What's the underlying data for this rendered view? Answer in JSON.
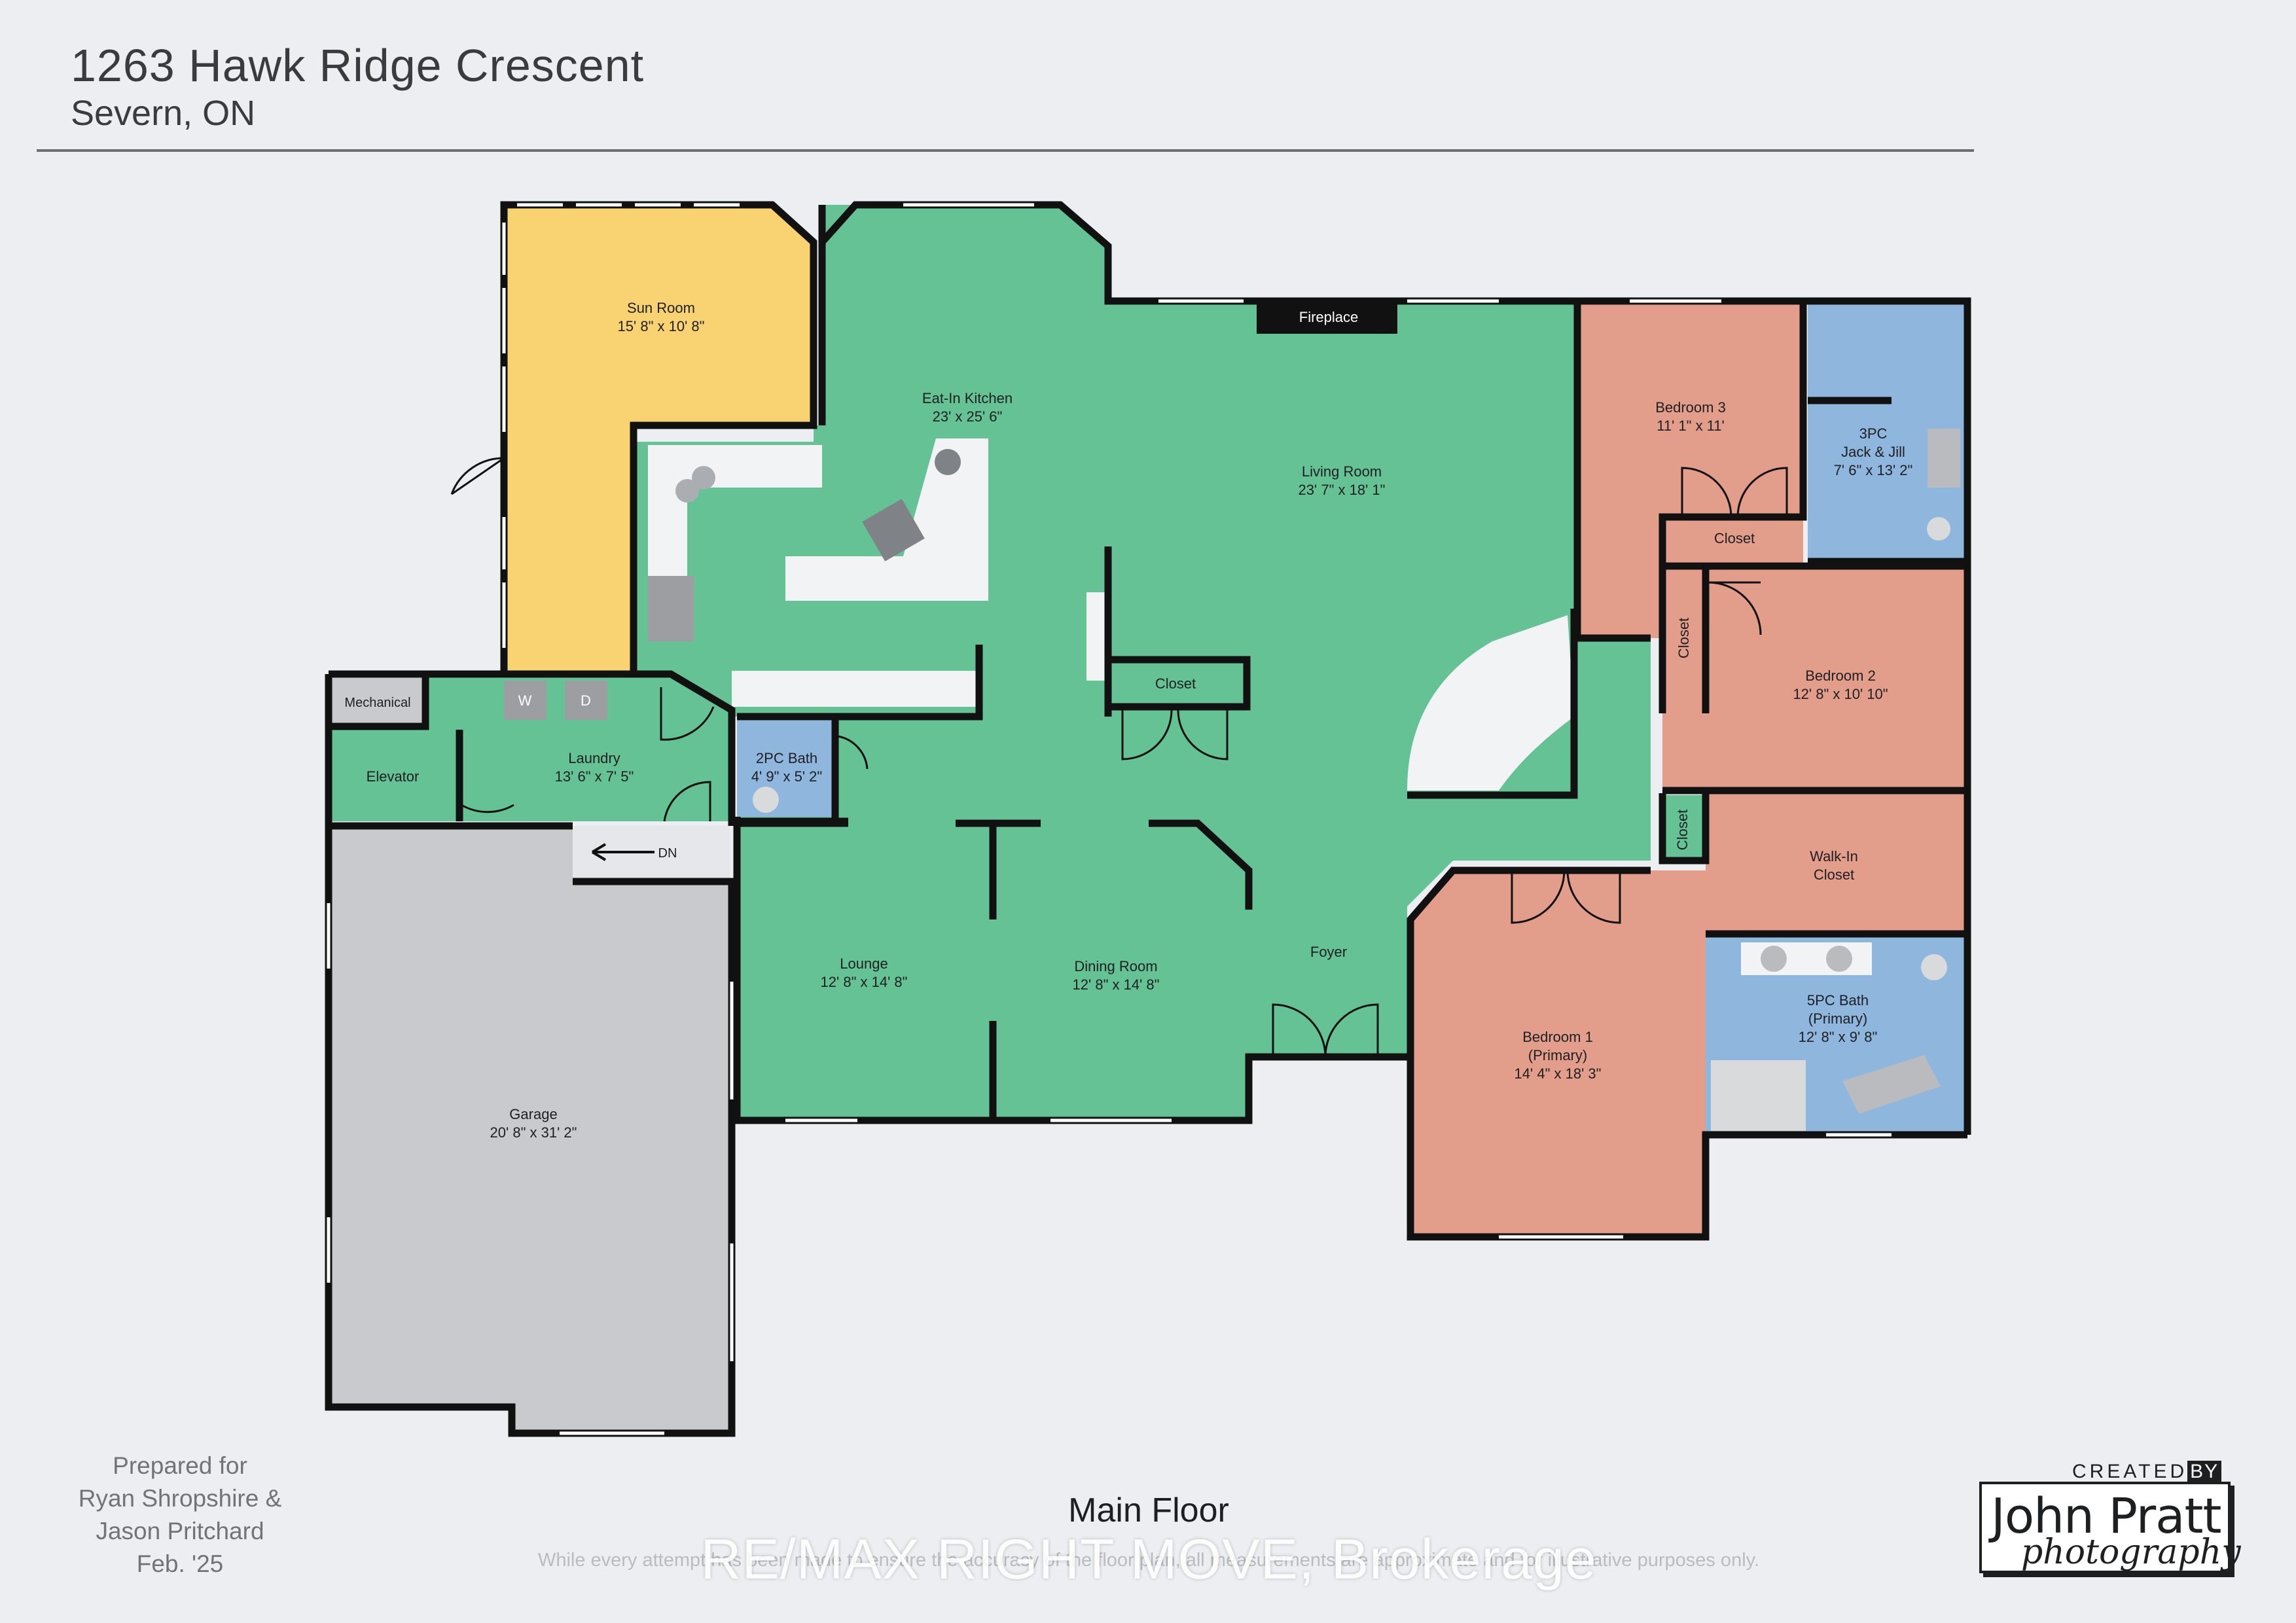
{
  "header": {
    "address": "1263 Hawk Ridge Crescent",
    "city": "Severn, ON"
  },
  "floor_title": "Main Floor",
  "disclaimer": "While every attempt has been made to ensure the accuracy of the floor plan, all measurements are approximate and for illustrative purposes only.",
  "watermark": "RE/MAX RIGHT MOVE, Brokerage",
  "prepared_for": {
    "line1": "Prepared for",
    "line2": "Ryan Shropshire &",
    "line3": "Jason Pritchard",
    "line4": "Feb. '25"
  },
  "credit": {
    "created": "CREATED",
    "by": "BY",
    "name": "John Pratt",
    "sub": "photography"
  },
  "colors": {
    "background": "#eceef2",
    "living": "#65c295",
    "sun": "#f9d272",
    "bedroom": "#e39d8b",
    "bath": "#8fb6dc",
    "garage": "#c9cacd",
    "wall": "#111111",
    "counter": "#f2f3f5"
  },
  "rooms": {
    "sun_room": {
      "name": "Sun Room",
      "dims": "15' 8\" x 10' 8\""
    },
    "kitchen": {
      "name": "Eat-In Kitchen",
      "dims": "23' x 25' 6\""
    },
    "fireplace": {
      "name": "Fireplace"
    },
    "living": {
      "name": "Living Room",
      "dims": "23' 7\" x 18' 1\""
    },
    "bedroom3": {
      "name": "Bedroom 3",
      "dims": "11' 1\" x 11'"
    },
    "bath3pc": {
      "name": "3PC",
      "name2": "Jack & Jill",
      "dims": "7' 6\" x 13' 2\""
    },
    "closet_b3": {
      "name": "Closet"
    },
    "closet_b2": {
      "name": "Closet"
    },
    "bedroom2": {
      "name": "Bedroom 2",
      "dims": "12' 8\" x 10' 10\""
    },
    "mechanical": {
      "name": "Mechanical"
    },
    "laundry": {
      "name": "Laundry",
      "dims": "13' 6\" x 7' 5\"",
      "washer": "W",
      "dryer": "D"
    },
    "elevator": {
      "name": "Elevator"
    },
    "bath2pc": {
      "name": "2PC Bath",
      "dims": "4' 9\" x 5' 2\""
    },
    "closet_hall": {
      "name": "Closet"
    },
    "closet_walk": {
      "name": "Closet"
    },
    "walkin": {
      "name": "Walk-In",
      "name2": "Closet"
    },
    "stairs": {
      "label": "DN"
    },
    "lounge": {
      "name": "Lounge",
      "dims": "12' 8\" x 14' 8\""
    },
    "dining": {
      "name": "Dining Room",
      "dims": "12' 8\" x 14' 8\""
    },
    "foyer": {
      "name": "Foyer"
    },
    "bedroom1": {
      "name": "Bedroom 1",
      "name2": "(Primary)",
      "dims": "14' 4\" x 18' 3\""
    },
    "bath5pc": {
      "name": "5PC Bath",
      "name2": "(Primary)",
      "dims": "12' 8\" x 9' 8\""
    },
    "garage": {
      "name": "Garage",
      "dims": "20' 8\" x 31' 2\""
    }
  }
}
